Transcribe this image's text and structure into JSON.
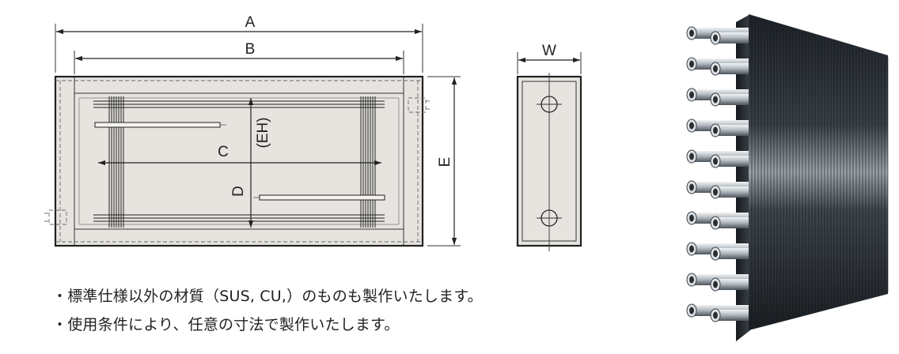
{
  "front_view": {
    "labels": {
      "A": "A",
      "B": "B",
      "C": "C",
      "D": "D",
      "EH": "(EH)",
      "E": "E"
    }
  },
  "side_view": {
    "labels": {
      "W": "W"
    }
  },
  "notes": [
    "・標準仕様以外の材質（SUS, CU,）のものも製作いたします。",
    "・使用条件により、任意の寸法で製作いたします。"
  ],
  "colors": {
    "panel_fill": "#e7e4e0",
    "outline": "#222222",
    "coil_dark": "#2b3138",
    "tube_metal": "#c9ced3"
  },
  "icons": [
    "arrowhead",
    "hole-circle",
    "tube-stub"
  ]
}
